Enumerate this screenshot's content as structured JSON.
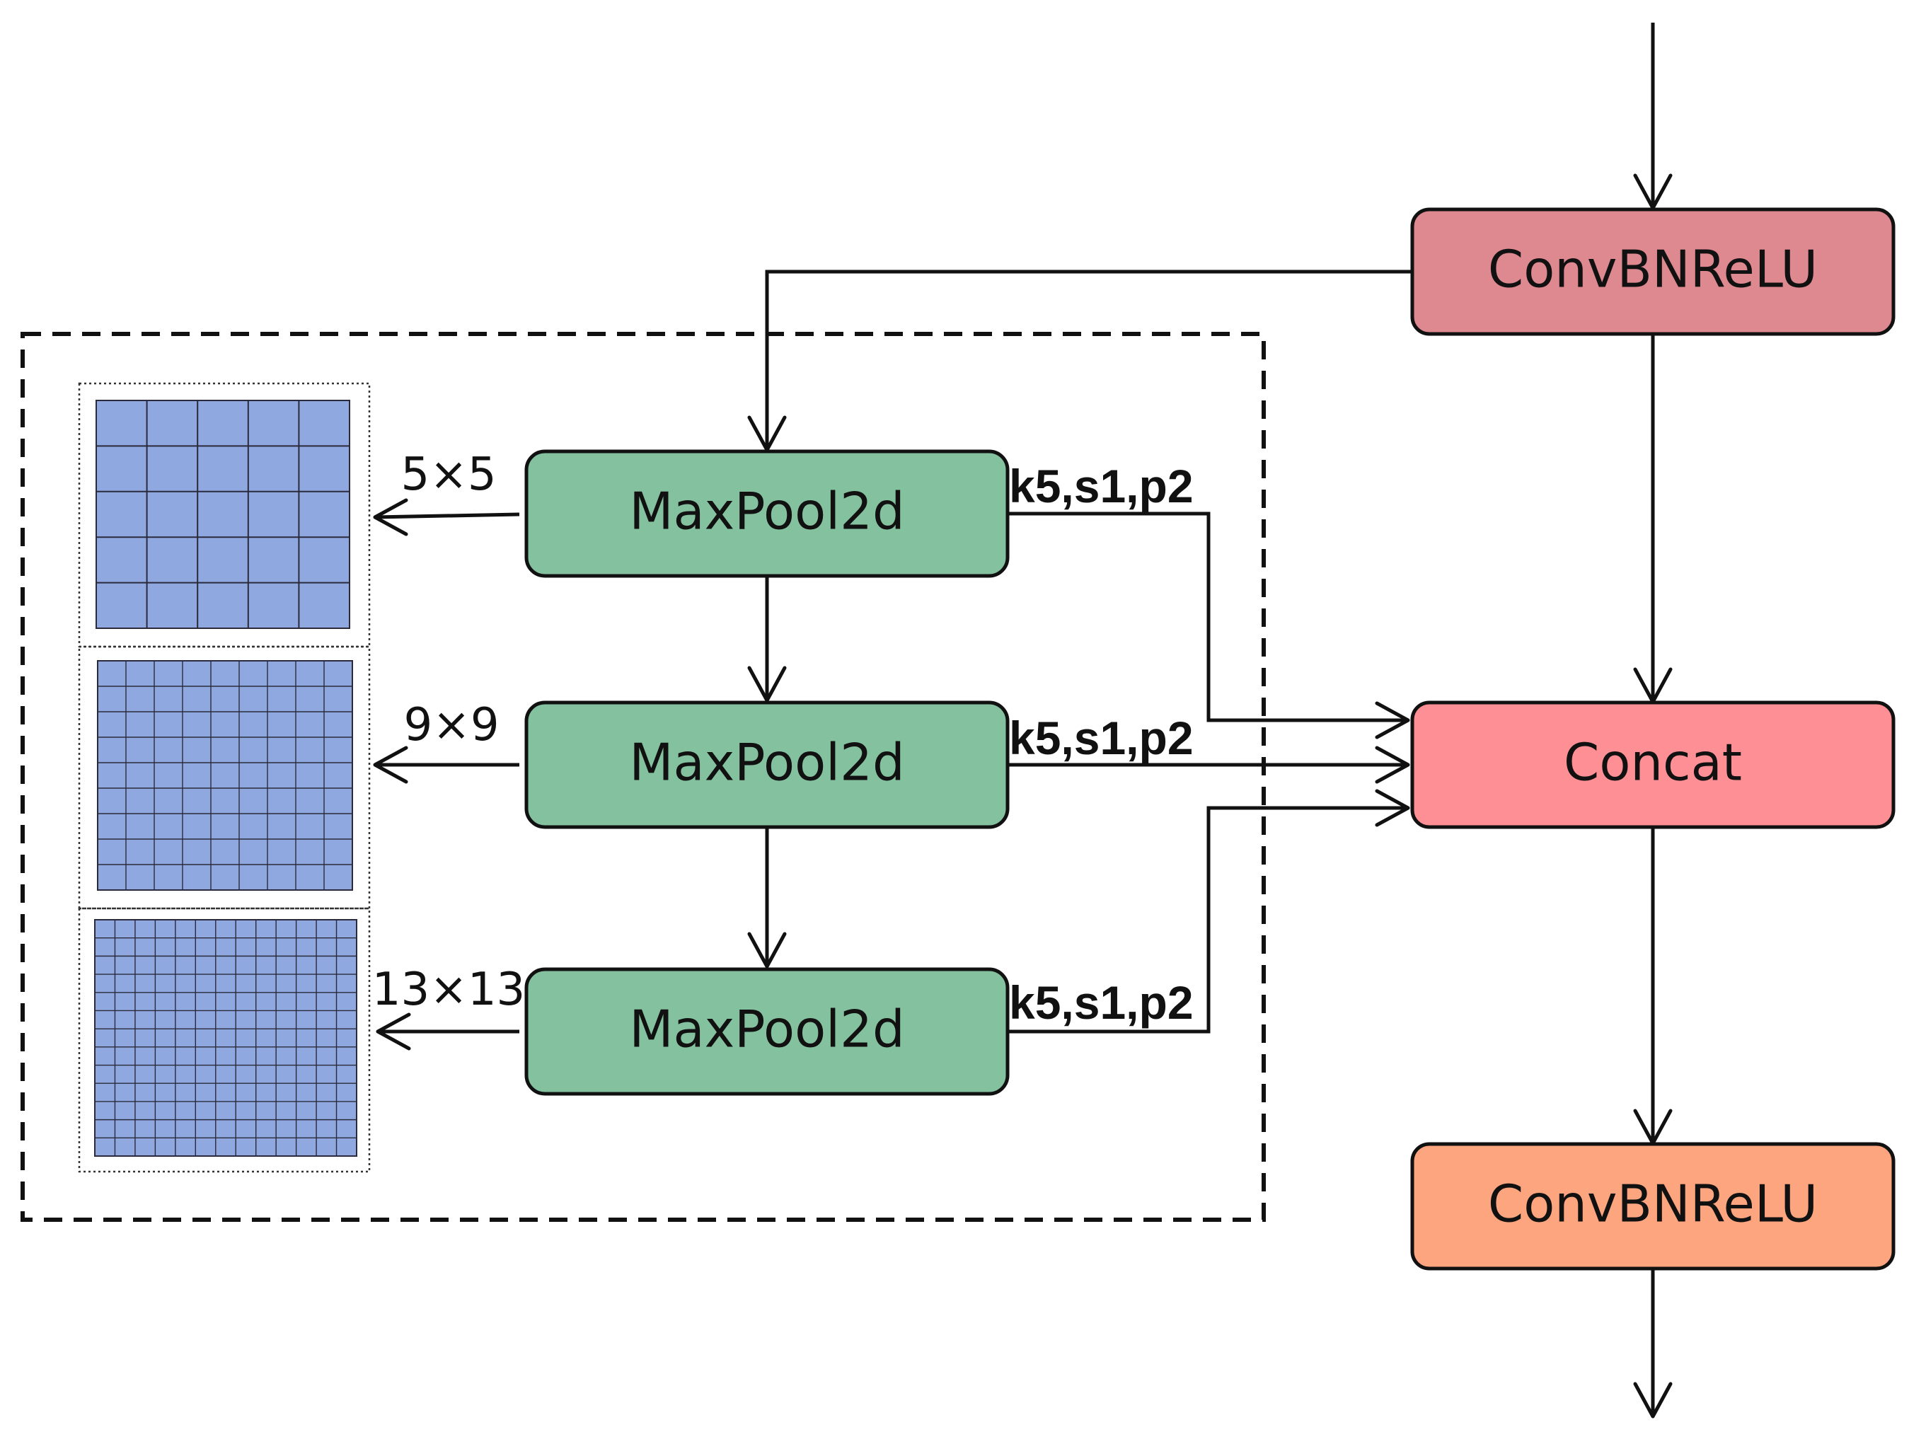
{
  "nodes": {
    "conv_top": {
      "label": "ConvBNReLU",
      "color": "#DE8890"
    },
    "maxpool_1": {
      "label": "MaxPool2d",
      "color": "#84C19F"
    },
    "maxpool_2": {
      "label": "MaxPool2d",
      "color": "#84C19F"
    },
    "maxpool_3": {
      "label": "MaxPool2d",
      "color": "#84C19F"
    },
    "concat": {
      "label": "Concat",
      "color": "#FE8F94"
    },
    "conv_bottom": {
      "label": "ConvBNReLU",
      "color": "#FCA57E"
    }
  },
  "pool_params": [
    "k5,s1,p2",
    "k5,s1,p2",
    "k5,s1,p2"
  ],
  "receptive_fields": [
    {
      "label": "5×5",
      "grid": 5
    },
    {
      "label": "9×9",
      "grid": 9
    },
    {
      "label": "13×13",
      "grid": 13
    }
  ],
  "grid_fill": "#8FA8E0"
}
